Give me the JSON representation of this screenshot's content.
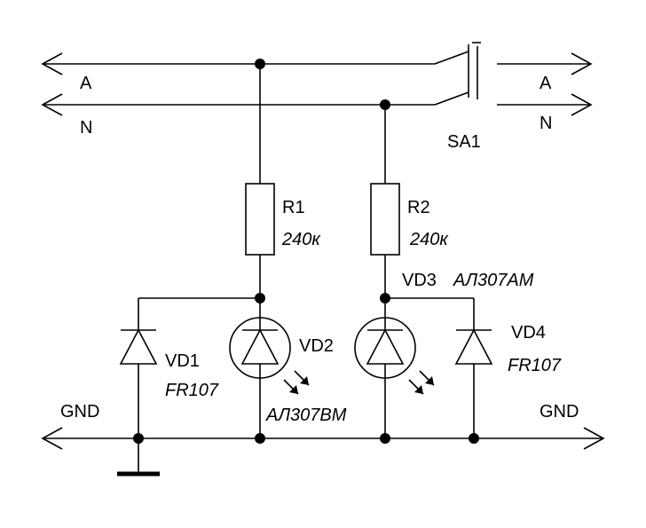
{
  "lines": {
    "a_left": "A",
    "n_left": "N",
    "a_right": "A",
    "n_right": "N",
    "gnd_left": "GND",
    "gnd_right": "GND"
  },
  "switch": {
    "ref": "SA1"
  },
  "resistors": [
    {
      "ref": "R1",
      "value": "240к"
    },
    {
      "ref": "R2",
      "value": "240к"
    }
  ],
  "diodes": [
    {
      "ref": "VD1",
      "type": "FR107"
    },
    {
      "ref": "VD2",
      "type": "АЛ307ВМ"
    },
    {
      "ref": "VD3",
      "type": "АЛ307АМ"
    },
    {
      "ref": "VD4",
      "type": "FR107"
    }
  ]
}
